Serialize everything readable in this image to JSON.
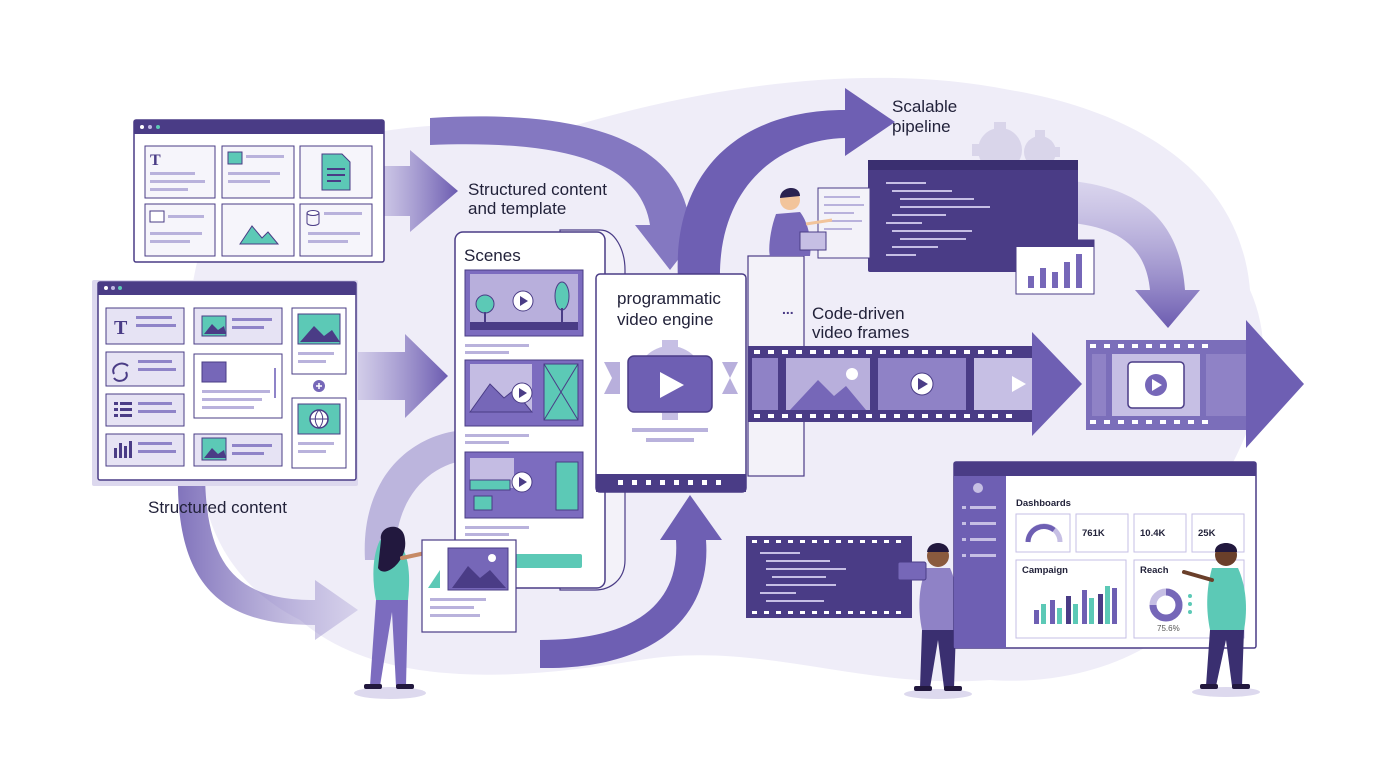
{
  "labels": {
    "structured_content": "Structured content",
    "structured_template_line1": "Structured content",
    "structured_template_line2": "and template",
    "scenes": "Scenes",
    "engine_line1": "programmatic",
    "engine_line2": "video engine",
    "code_driven_line1": "Code-driven",
    "code_driven_line2": "video frames",
    "scalable_line1": "Scalable",
    "scalable_line2": "pipeline"
  },
  "dashboard": {
    "title": "Dashboards",
    "kpis": [
      "761K",
      "10.4K",
      "25K"
    ],
    "campaign_title": "Campaign",
    "reach_title": "Reach",
    "reach_value": "75.6%"
  },
  "colors": {
    "accent": "#6b5bb0",
    "dark": "#4a3c86",
    "light": "#ddd9ee",
    "teal": "#5cc9b6",
    "background_blob": "#efedf8"
  },
  "icons": [
    "text-icon",
    "image-icon",
    "document-icon",
    "video-icon",
    "database-icon",
    "link-icon",
    "list-icon",
    "chart-icon",
    "globe-icon",
    "play-icon",
    "gear-icon"
  ]
}
